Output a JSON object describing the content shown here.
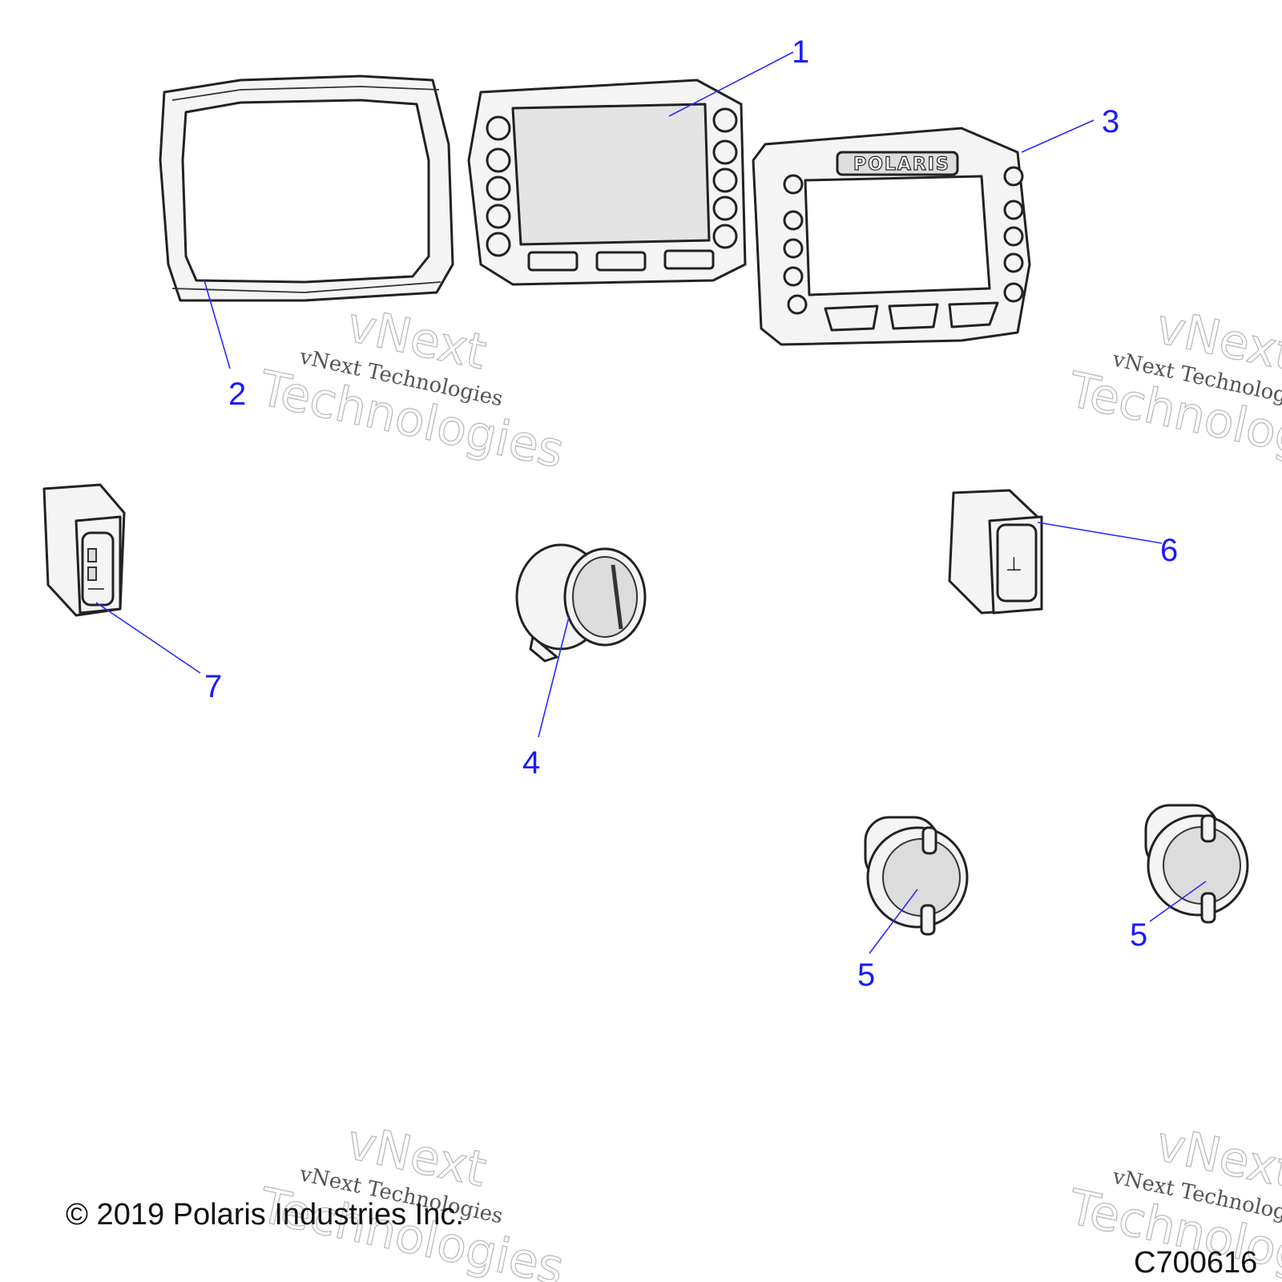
{
  "callouts": [
    {
      "id": "1",
      "label": "1"
    },
    {
      "id": "2",
      "label": "2"
    },
    {
      "id": "3",
      "label": "3"
    },
    {
      "id": "4",
      "label": "4"
    },
    {
      "id": "5a",
      "label": "5"
    },
    {
      "id": "5b",
      "label": "5"
    },
    {
      "id": "6",
      "label": "6"
    },
    {
      "id": "7",
      "label": "7"
    }
  ],
  "brand_text": "POLARIS",
  "watermark": {
    "line": "vNext Technologies",
    "big_top": "vNext",
    "big_bottom": "Technologies"
  },
  "footer": {
    "copyright": "© 2019 Polaris Industries Inc.",
    "code": "C700616"
  },
  "colors": {
    "callout": "#1a1aff",
    "line": "#222222"
  }
}
